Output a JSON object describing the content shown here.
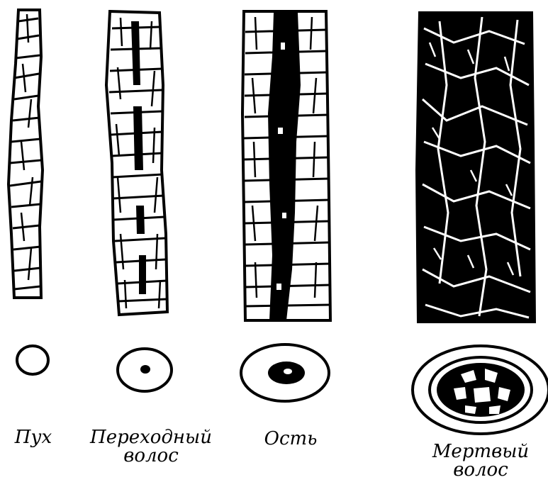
{
  "hair_types": [
    {
      "id": "down",
      "label_lines": [
        "Пух"
      ]
    },
    {
      "id": "transitional",
      "label_lines": [
        "Переходный",
        "волос"
      ]
    },
    {
      "id": "guard",
      "label_lines": [
        "Ость"
      ]
    },
    {
      "id": "dead",
      "label_lines": [
        "Мертвый",
        "волос"
      ]
    }
  ],
  "colors": {
    "ink": "#000000",
    "paper": "#ffffff"
  }
}
